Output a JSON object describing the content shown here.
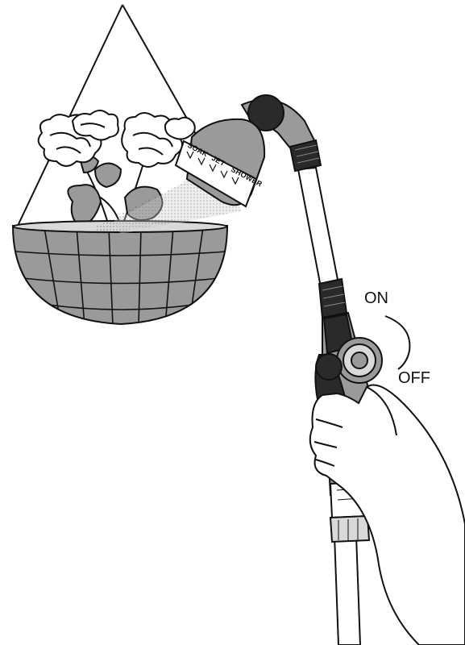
{
  "labels": {
    "on": "ON",
    "off": "OFF"
  },
  "dial_settings": [
    "SOAK",
    "JET",
    "SHOWER"
  ],
  "colors": {
    "line": "#111111",
    "grey": "#9a9a9a",
    "dark": "#2a2a2a",
    "light": "#d9d9d9",
    "spray": "#cfcfcf"
  },
  "icons": {
    "arrow": "curved-arc-arrow"
  }
}
